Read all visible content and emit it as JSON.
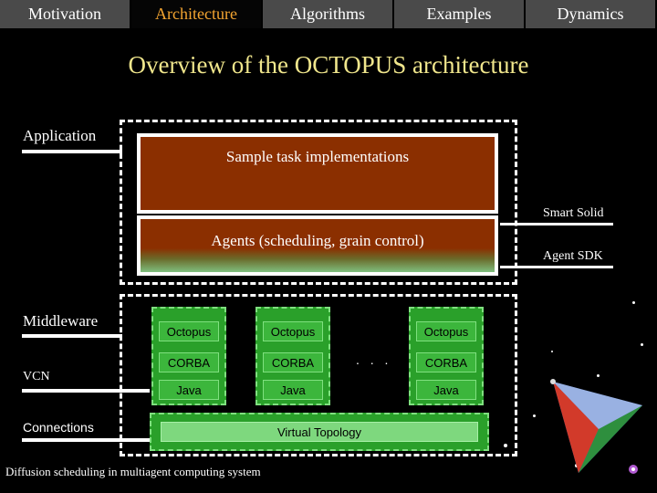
{
  "nav": {
    "tabs": [
      {
        "label": "Motivation"
      },
      {
        "label": "Architecture"
      },
      {
        "label": "Algorithms"
      },
      {
        "label": "Examples"
      },
      {
        "label": "Dynamics"
      }
    ],
    "active_tab": "Architecture"
  },
  "title": "Overview of the OCTOPUS architecture",
  "layers": {
    "application": "Application",
    "middleware": "Middleware",
    "vcn": "VCN",
    "connections": "Connections"
  },
  "boxes": {
    "sample_tasks": "Sample task implementations",
    "agents": "Agents (scheduling, grain control)",
    "smart_solid": "Smart Solid",
    "agent_sdk": "Agent SDK"
  },
  "nodes": [
    {
      "octopus": "Octopus",
      "corba": "CORBA",
      "java": "Java"
    },
    {
      "octopus": "Octopus",
      "corba": "CORBA",
      "java": "Java"
    },
    {
      "octopus": "Octopus",
      "corba": "CORBA",
      "java": "Java"
    }
  ],
  "ellipsis": ". . .",
  "virtual_topology": "Virtual Topology",
  "footer": "Diffusion scheduling in multiagent computing system",
  "colors": {
    "active_tab_text": "#f4a531",
    "title": "#f0e68c",
    "brown": "#8b2f00",
    "green": "#2aa02a"
  }
}
